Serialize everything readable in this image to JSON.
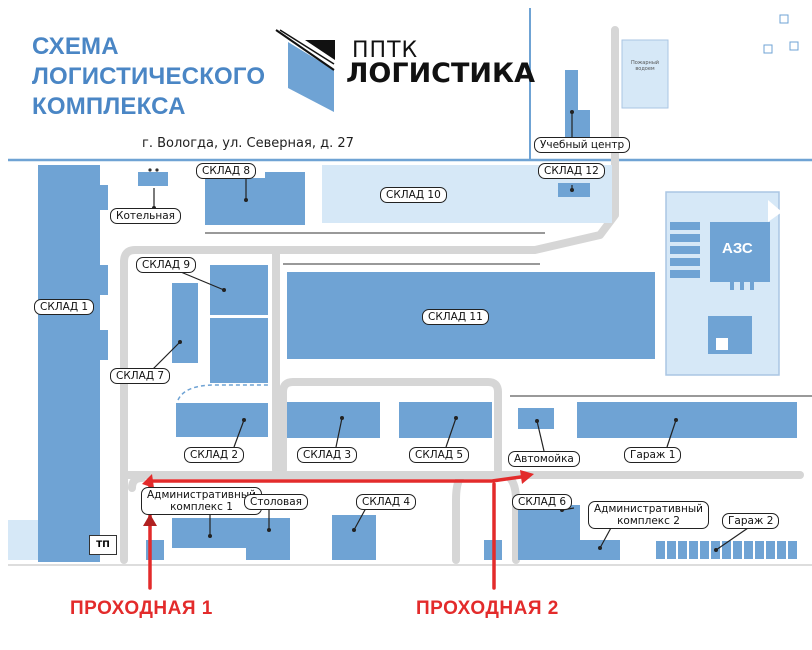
{
  "header": {
    "title_lines": [
      "СХЕМА",
      "ЛОГИСТИЧЕСКОГО",
      "КОМПЛЕКСА"
    ],
    "address": "г. Вологда, ул. Северная, д. 27",
    "brand_top": "ППТК",
    "brand_bottom": "ЛОГИСТИКА"
  },
  "buildings": {
    "sklad1": "СКЛАД 1",
    "sklad2": "СКЛАД 2",
    "sklad3": "СКЛАД 3",
    "sklad4": "СКЛАД 4",
    "sklad5": "СКЛАД 5",
    "sklad6": "СКЛАД 6",
    "sklad7": "СКЛАД 7",
    "sklad8": "СКЛАД 8",
    "sklad9": "СКЛАД 9",
    "sklad10": "СКЛАД 10",
    "sklad11": "СКЛАД 11",
    "sklad12": "СКЛАД 12",
    "kotelnaya": "Котельная",
    "uchebny_centr": "Учебный центр",
    "avtomoyka": "Автомойка",
    "garazh1": "Гараж 1",
    "garazh2": "Гараж 2",
    "stolovaya": "Столовая",
    "admin1_line1": "Административный",
    "admin1_line2": "комплекс 1",
    "admin2_line1": "Административный",
    "admin2_line2": "комплекс 2",
    "azs": "АЗС",
    "tp": "ТП",
    "fire_depot_line1": "Пожарный",
    "fire_depot_line2": "водоем"
  },
  "gates": {
    "gate1": "ПРОХОДНАЯ 1",
    "gate2": "ПРОХОДНАЯ 2"
  },
  "colors": {
    "building": "#6fa3d4",
    "light_zone": "#d6e8f7",
    "road": "#d6d6d6",
    "route": "#e32b2b",
    "title": "#4a86c5",
    "border_line": "#6fa3d4"
  }
}
